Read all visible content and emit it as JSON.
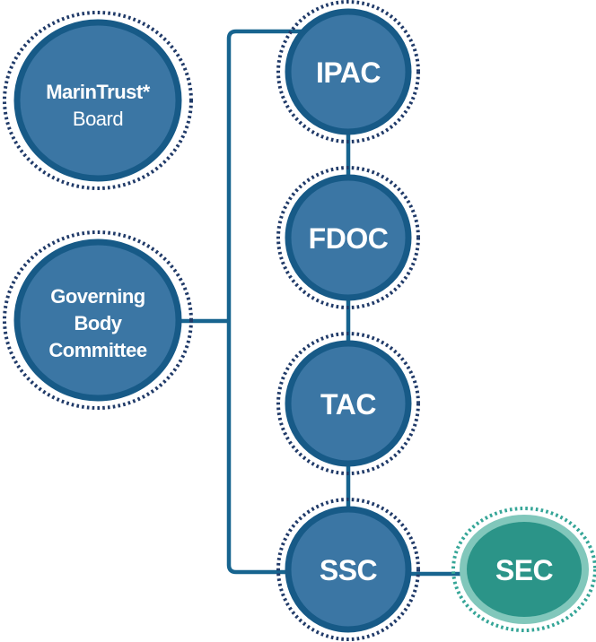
{
  "diagram": {
    "nodes": {
      "board": {
        "line1": "MarinTrust*",
        "line2": "Board"
      },
      "governing_body": {
        "line1": "Governing",
        "line2": "Body",
        "line3": "Committee"
      },
      "ipac": {
        "label": "IPAC"
      },
      "fdoc": {
        "label": "FDOC"
      },
      "tac": {
        "label": "TAC"
      },
      "ssc": {
        "label": "SSC"
      },
      "sec": {
        "label": "SEC"
      }
    },
    "colors": {
      "blue_circle_fill": "#3b76a4",
      "blue_circle_border": "#175a87",
      "blue_dotted_ring": "#203a68",
      "teal_circle_fill": "#2b9488",
      "teal_circle_border": "#81c7bb",
      "teal_dotted_ring": "#35a597",
      "connector_line": "#17648f",
      "label_text": "#ffffff"
    }
  }
}
